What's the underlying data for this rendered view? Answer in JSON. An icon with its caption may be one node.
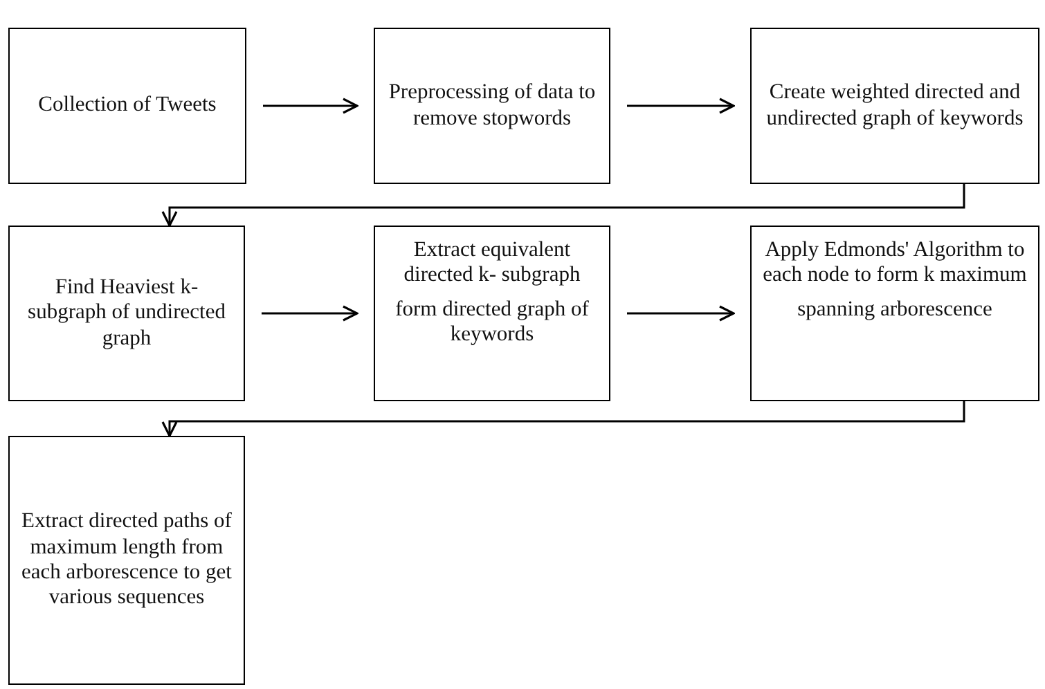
{
  "diagram": {
    "nodes": [
      {
        "text": [
          "Collection of Tweets"
        ]
      },
      {
        "text": [
          "Preprocessing of data to remove stopwords"
        ]
      },
      {
        "text": [
          "Create weighted directed and undirected graph of keywords"
        ]
      },
      {
        "text": [
          "Find Heaviest k-subgraph of undirected graph"
        ]
      },
      {
        "text": [
          "Extract equivalent directed k- subgraph",
          "form directed graph of keywords"
        ]
      },
      {
        "text": [
          "Apply Edmonds' Algorithm to each node to form k maximum",
          "spanning arborescence"
        ]
      },
      {
        "text": [
          "Extract directed paths of maximum length from each arborescence to get various sequences"
        ]
      }
    ],
    "edges": [
      {
        "from": 0,
        "to": 1,
        "arrow": "to"
      },
      {
        "from": 1,
        "to": 2,
        "arrow": "to"
      },
      {
        "from": 2,
        "to": 3,
        "arrow": "to"
      },
      {
        "from": 3,
        "to": 4,
        "arrow": "to"
      },
      {
        "from": 4,
        "to": 5,
        "arrow": "to"
      },
      {
        "from": 5,
        "to": 6,
        "arrow": "to"
      }
    ]
  }
}
